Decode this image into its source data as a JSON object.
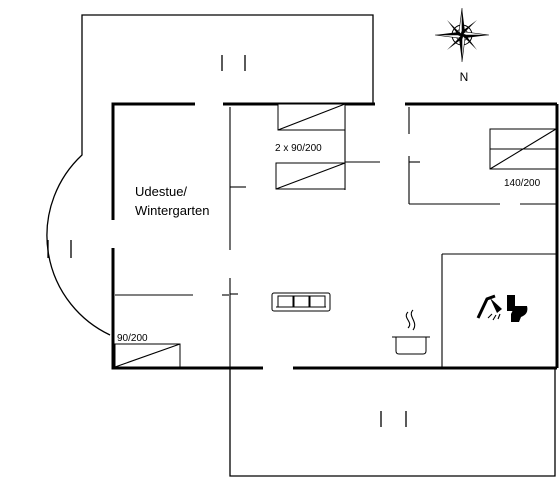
{
  "compass": {
    "north_label": "N"
  },
  "rooms": {
    "sunroom": {
      "line1": "Udestue/",
      "line2": "Wintergarten"
    }
  },
  "beds": {
    "twin": "2 x 90/200",
    "double": "140/200",
    "single": "90/200"
  },
  "icons": [
    "compass-rose-icon",
    "sofa-icon",
    "cooking-pot-icon",
    "shower-icon",
    "toilet-icon"
  ]
}
